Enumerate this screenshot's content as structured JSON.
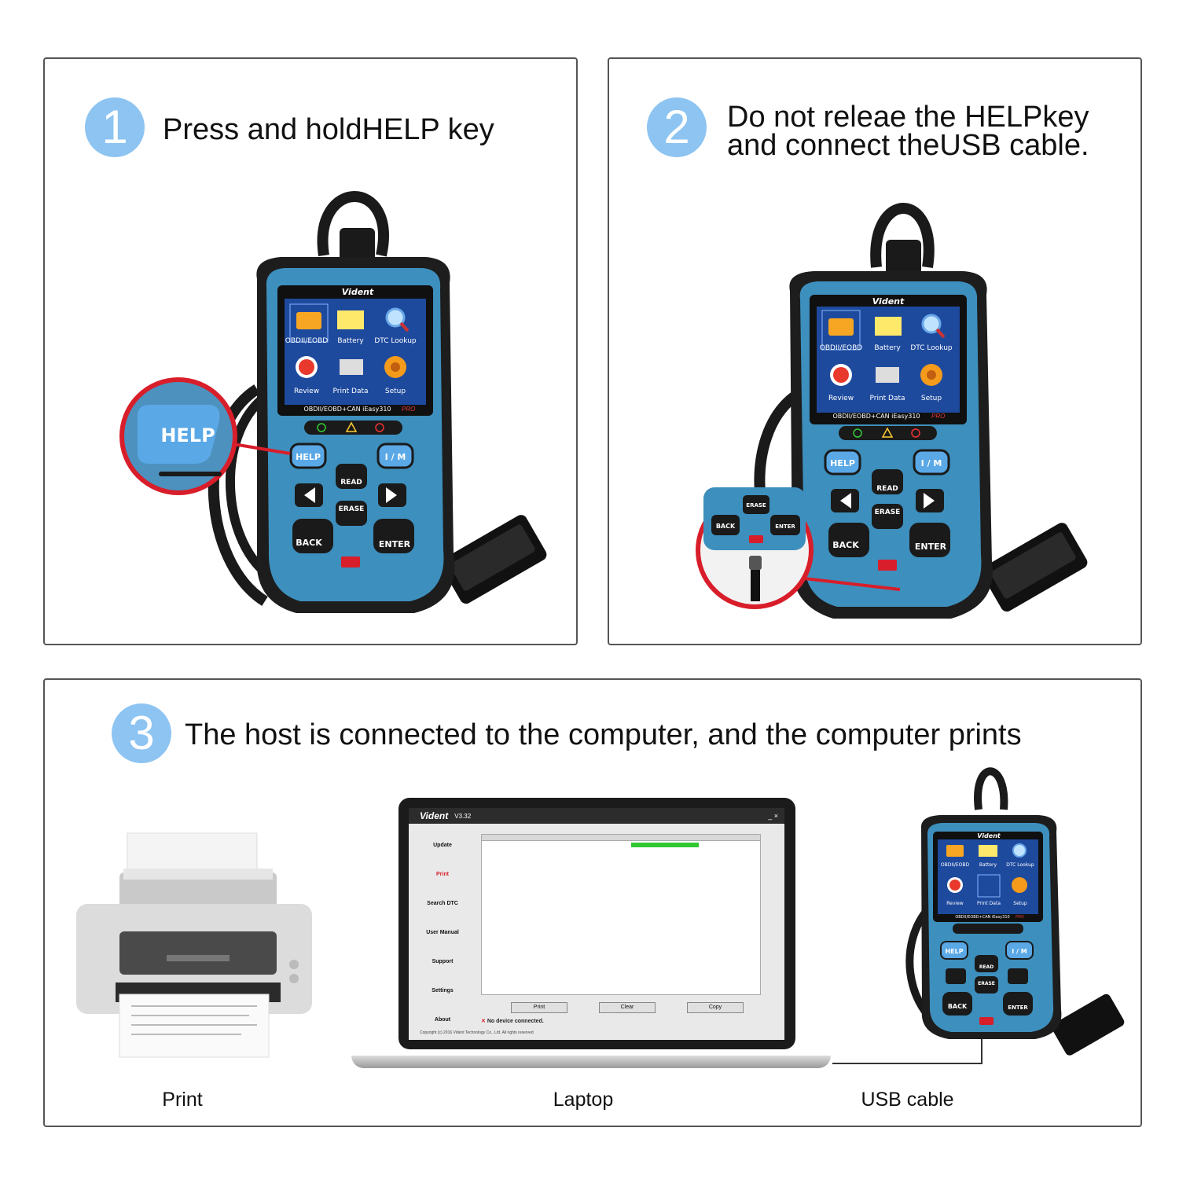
{
  "steps": [
    {
      "number": "1",
      "text": "Press and holdHELP key"
    },
    {
      "number": "2",
      "text": "Do not releae the HELPkey\nand connect theUSB cable."
    },
    {
      "number": "3",
      "text": "The host is connected to the computer, and the computer prints"
    }
  ],
  "device": {
    "brand": "Vident",
    "model": "OBDII/EOBD+CAN iEasy310",
    "model_suffix": "PRO",
    "menu": [
      "OBDII/EOBD",
      "Battery",
      "DTC Lookup",
      "Review",
      "Print Data",
      "Setup"
    ],
    "keys": {
      "help": "HELP",
      "im": "I / M",
      "read": "READ",
      "erase": "ERASE",
      "back": "BACK",
      "enter": "ENTER"
    },
    "zoom_help_label": "HELP"
  },
  "software": {
    "brand": "Vident",
    "version": "V3.32",
    "sidebar": [
      "Update",
      "Print",
      "Search DTC",
      "User Manual",
      "Support",
      "Settings",
      "About"
    ],
    "buttons": [
      "Print",
      "Clear",
      "Copy"
    ],
    "status": "No device connected.",
    "copyright": "Copyright (c) 2016 Vident Technology Co., Ltd. All rights reserved"
  },
  "captions": {
    "printer": "Print",
    "laptop": "Laptop",
    "cable": "USB cable"
  },
  "colors": {
    "accent_blue": "#8dc4f2",
    "device_blue": "#3d8fbd",
    "zoom_red": "#d81e2a"
  }
}
